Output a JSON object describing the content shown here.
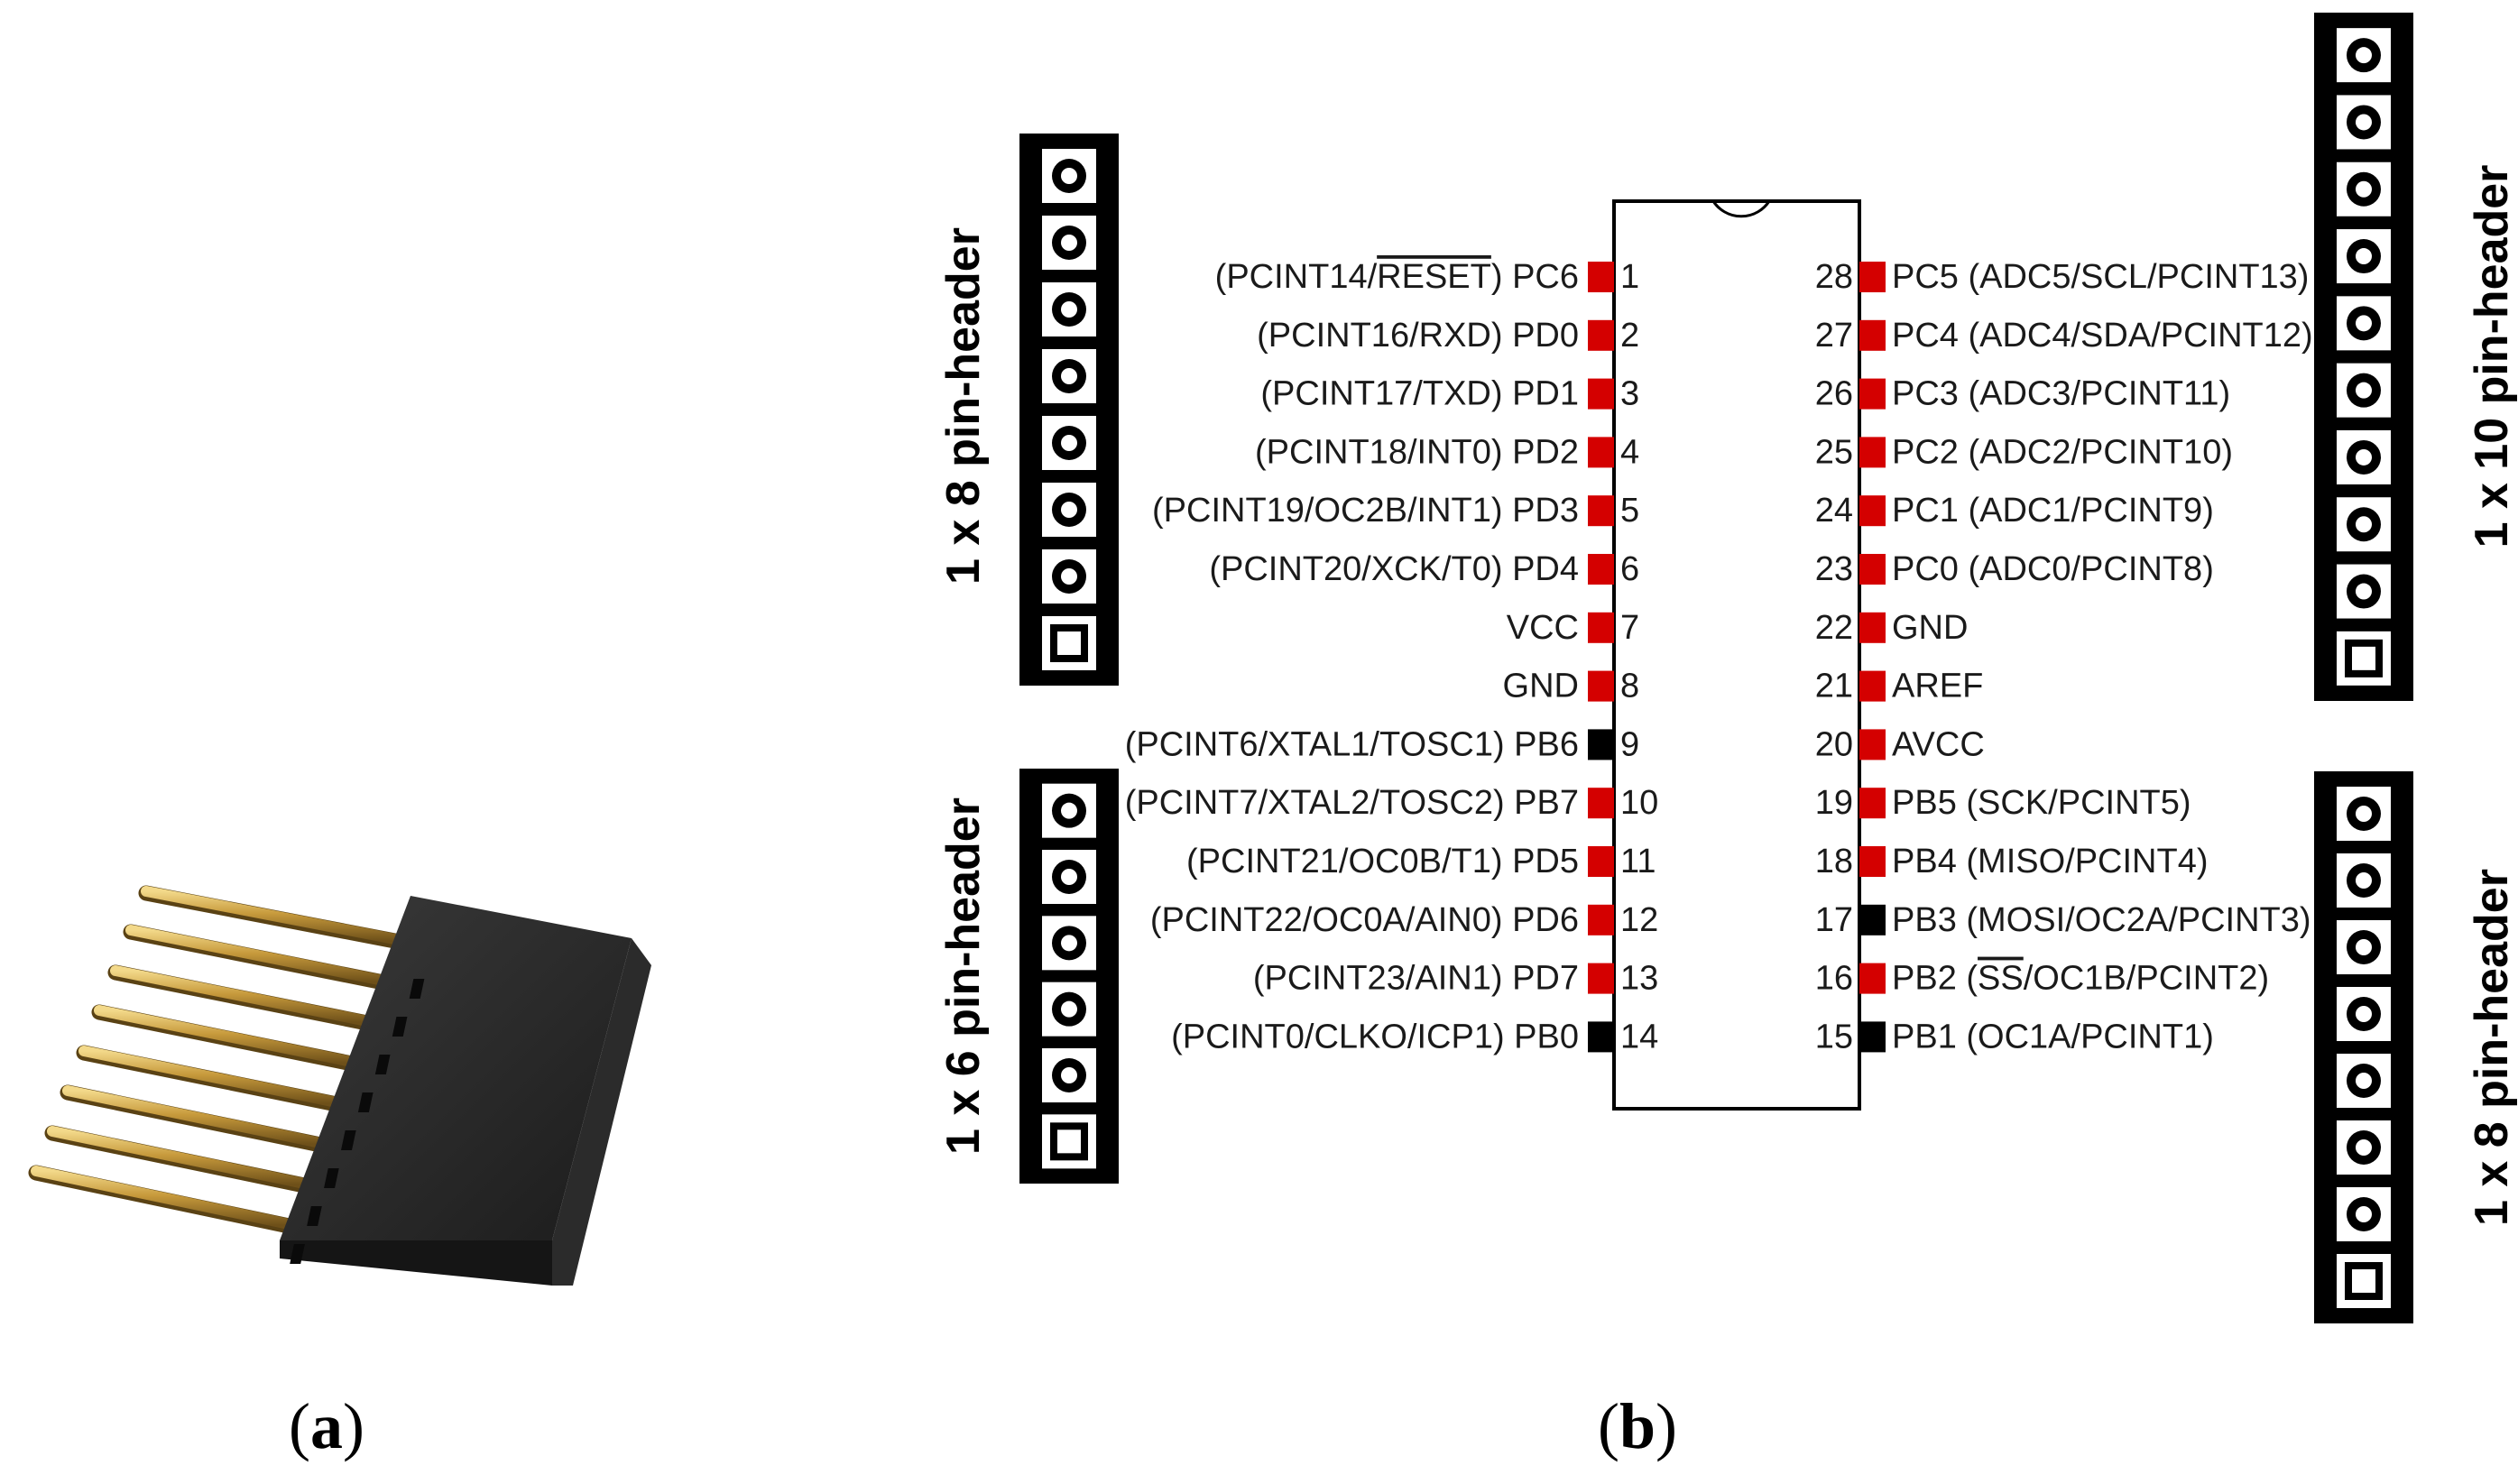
{
  "captions": {
    "a": "a",
    "b": "b"
  },
  "headers": [
    {
      "title": "1 x 8 pin-header",
      "pins": 8
    },
    {
      "title": "1 x 6 pin-header",
      "pins": 6
    },
    {
      "title": "1 x 10 pin-header",
      "pins": 10
    },
    {
      "title": "1 x 8 pin-header",
      "pins": 8
    }
  ],
  "chip": {
    "pin_colors": {
      "used": "#d40000",
      "unused": "#000000"
    },
    "left_pins": [
      {
        "num": "1",
        "pre": "(PCINT14/",
        "over": "RESET",
        "post": ") PC6",
        "used": true
      },
      {
        "num": "2",
        "pre": "(PCINT16/RXD) PD0",
        "over": "",
        "post": "",
        "used": true
      },
      {
        "num": "3",
        "pre": "(PCINT17/TXD) PD1",
        "over": "",
        "post": "",
        "used": true
      },
      {
        "num": "4",
        "pre": "(PCINT18/INT0) PD2",
        "over": "",
        "post": "",
        "used": true
      },
      {
        "num": "5",
        "pre": "(PCINT19/OC2B/INT1) PD3",
        "over": "",
        "post": "",
        "used": true
      },
      {
        "num": "6",
        "pre": "(PCINT20/XCK/T0) PD4",
        "over": "",
        "post": "",
        "used": true
      },
      {
        "num": "7",
        "pre": "VCC",
        "over": "",
        "post": "",
        "used": true
      },
      {
        "num": "8",
        "pre": "GND",
        "over": "",
        "post": "",
        "used": true
      },
      {
        "num": "9",
        "pre": "(PCINT6/XTAL1/TOSC1) PB6",
        "over": "",
        "post": "",
        "used": false
      },
      {
        "num": "10",
        "pre": "(PCINT7/XTAL2/TOSC2) PB7",
        "over": "",
        "post": "",
        "used": true
      },
      {
        "num": "11",
        "pre": "(PCINT21/OC0B/T1) PD5",
        "over": "",
        "post": "",
        "used": true
      },
      {
        "num": "12",
        "pre": "(PCINT22/OC0A/AIN0) PD6",
        "over": "",
        "post": "",
        "used": true
      },
      {
        "num": "13",
        "pre": "(PCINT23/AIN1) PD7",
        "over": "",
        "post": "",
        "used": true
      },
      {
        "num": "14",
        "pre": "(PCINT0/CLKO/ICP1) PB0",
        "over": "",
        "post": "",
        "used": false
      }
    ],
    "right_pins": [
      {
        "num": "28",
        "pre": "PC5 (ADC5/SCL/PCINT13)",
        "over": "",
        "post": "",
        "used": true
      },
      {
        "num": "27",
        "pre": "PC4 (ADC4/SDA/PCINT12)",
        "over": "",
        "post": "",
        "used": true
      },
      {
        "num": "26",
        "pre": "PC3 (ADC3/PCINT11)",
        "over": "",
        "post": "",
        "used": true
      },
      {
        "num": "25",
        "pre": "PC2 (ADC2/PCINT10)",
        "over": "",
        "post": "",
        "used": true
      },
      {
        "num": "24",
        "pre": "PC1 (ADC1/PCINT9)",
        "over": "",
        "post": "",
        "used": true
      },
      {
        "num": "23",
        "pre": "PC0 (ADC0/PCINT8)",
        "over": "",
        "post": "",
        "used": true
      },
      {
        "num": "22",
        "pre": "GND",
        "over": "",
        "post": "",
        "used": true
      },
      {
        "num": "21",
        "pre": "AREF",
        "over": "",
        "post": "",
        "used": true
      },
      {
        "num": "20",
        "pre": "AVCC",
        "over": "",
        "post": "",
        "used": true
      },
      {
        "num": "19",
        "pre": "PB5 (SCK/PCINT5)",
        "over": "",
        "post": "",
        "used": true
      },
      {
        "num": "18",
        "pre": "PB4 (MISO/PCINT4)",
        "over": "",
        "post": "",
        "used": true
      },
      {
        "num": "17",
        "pre": "PB3 (MOSI/OC2A/PCINT3)",
        "over": "",
        "post": "",
        "used": false
      },
      {
        "num": "16",
        "pre": "PB2 (",
        "over": "SS",
        "post": "/OC1B/PCINT2)",
        "used": true
      },
      {
        "num": "15",
        "pre": "PB1 (OC1A/PCINT1)",
        "over": "",
        "post": "",
        "used": false
      }
    ]
  }
}
